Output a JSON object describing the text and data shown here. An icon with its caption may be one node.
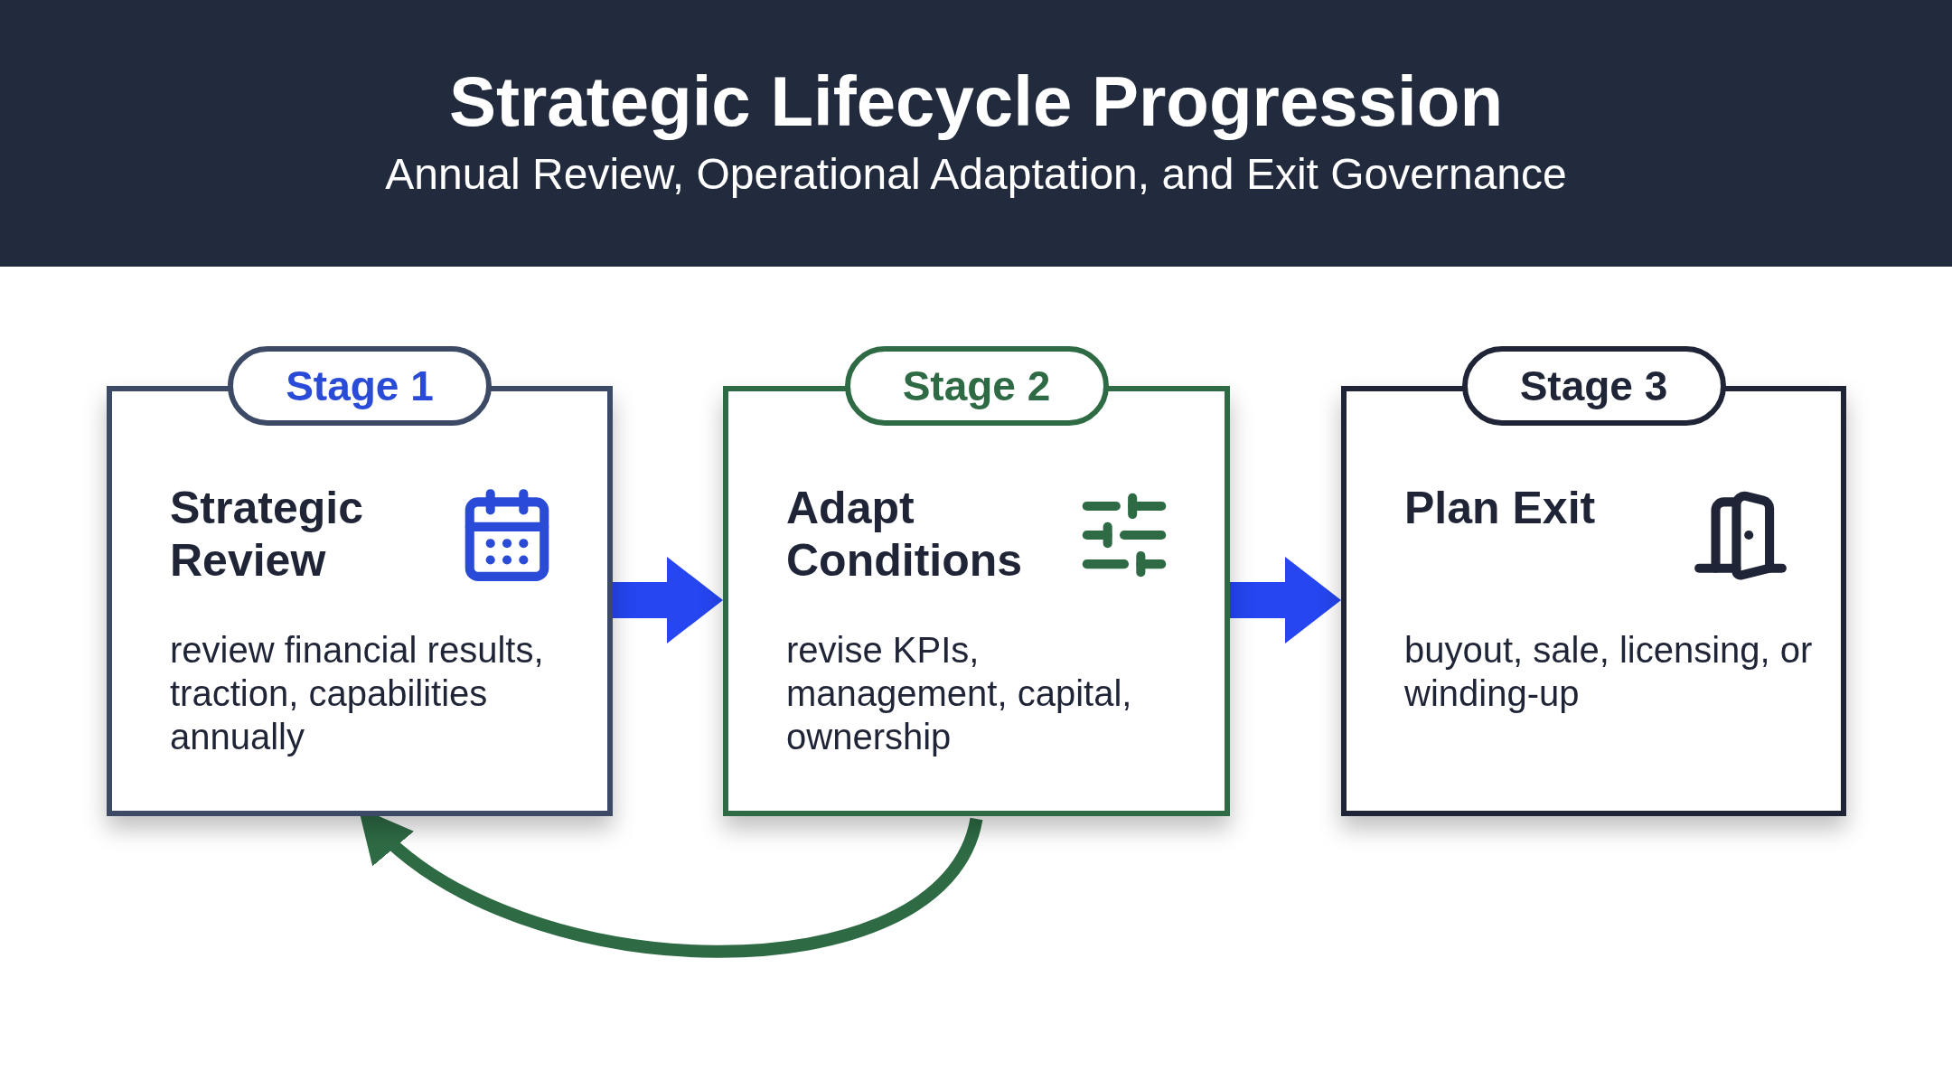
{
  "diagram": {
    "title": "Strategic Lifecycle Progression",
    "caption": "Annual Review, Operational Adaptation, and Exit Governance",
    "nodes": [
      {
        "text": [
          "Stage 1"
        ]
      },
      {
        "text": [
          "Strategic Review",
          "review financial results, traction, capabilities annually"
        ]
      },
      {
        "text": [
          "Stage 2"
        ]
      },
      {
        "text": [
          "Adapt Conditions",
          "revise KPIs, management, capital, ownership"
        ]
      },
      {
        "text": [
          "Stage 3"
        ]
      },
      {
        "text": [
          "Plan Exit",
          "buyout, sale, licensing, or winding-up"
        ]
      }
    ],
    "edges": [
      {
        "from": 1,
        "to": 3,
        "arrow": "to",
        "style": "thick"
      },
      {
        "from": 3,
        "to": 5,
        "arrow": "to",
        "style": "thick"
      },
      {
        "from": 3,
        "to": 1,
        "arrow": "to",
        "color": "#2e6b45"
      }
    ]
  }
}
